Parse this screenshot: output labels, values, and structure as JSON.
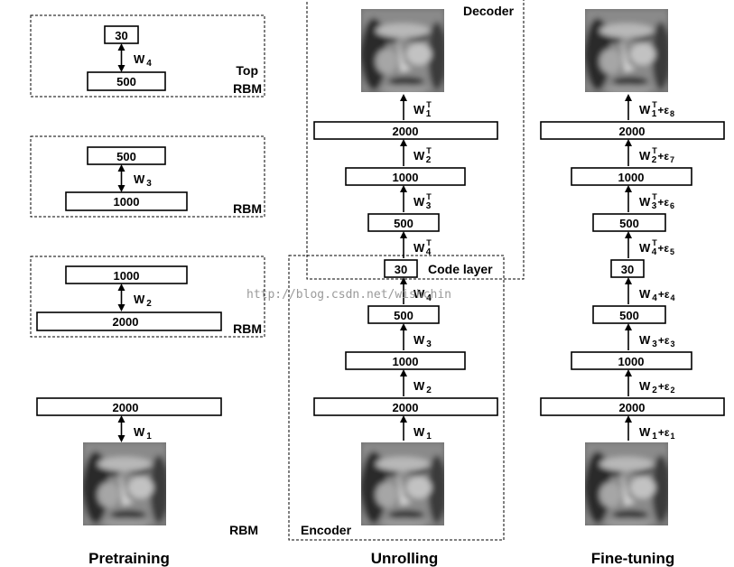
{
  "watermark": "http://blog.csdn.net/wishchin",
  "columns": {
    "pretraining": {
      "title": "Pretraining",
      "rbm_top_label_1": "Top",
      "rbm_top_label_2": "RBM",
      "rbm_label": "RBM",
      "rbm4": {
        "upper": "30",
        "lower": "500",
        "weight": "W",
        "sub": "4"
      },
      "rbm3": {
        "upper": "500",
        "lower": "1000",
        "weight": "W",
        "sub": "3"
      },
      "rbm2": {
        "upper": "1000",
        "lower": "2000",
        "weight": "W",
        "sub": "2"
      },
      "rbm1": {
        "upper": "2000",
        "weight": "W",
        "sub": "1"
      }
    },
    "unrolling": {
      "title": "Unrolling",
      "decoder_label": "Decoder",
      "encoder_label": "Encoder",
      "code_layer_label": "Code layer",
      "layers": [
        "2000",
        "1000",
        "500",
        "30",
        "500",
        "1000",
        "2000"
      ],
      "decoder_weights": [
        {
          "w": "W",
          "sub": "1",
          "sup": "T"
        },
        {
          "w": "W",
          "sub": "2",
          "sup": "T"
        },
        {
          "w": "W",
          "sub": "3",
          "sup": "T"
        },
        {
          "w": "W",
          "sub": "4",
          "sup": "T"
        }
      ],
      "encoder_weights": [
        {
          "w": "W",
          "sub": "4"
        },
        {
          "w": "W",
          "sub": "3"
        },
        {
          "w": "W",
          "sub": "2"
        },
        {
          "w": "W",
          "sub": "1"
        }
      ]
    },
    "finetuning": {
      "title": "Fine-tuning",
      "layers": [
        "2000",
        "1000",
        "500",
        "30",
        "500",
        "1000",
        "2000"
      ],
      "decoder_weights": [
        {
          "w": "W",
          "sub": "1",
          "sup": "T",
          "eps": "+ε",
          "eps_sub": "8"
        },
        {
          "w": "W",
          "sub": "2",
          "sup": "T",
          "eps": "+ε",
          "eps_sub": "7"
        },
        {
          "w": "W",
          "sub": "3",
          "sup": "T",
          "eps": "+ε",
          "eps_sub": "6"
        },
        {
          "w": "W",
          "sub": "4",
          "sup": "T",
          "eps": "+ε",
          "eps_sub": "5"
        }
      ],
      "encoder_weights": [
        {
          "w": "W",
          "sub": "4",
          "eps": "+ε",
          "eps_sub": "4"
        },
        {
          "w": "W",
          "sub": "3",
          "eps": "+ε",
          "eps_sub": "3"
        },
        {
          "w": "W",
          "sub": "2",
          "eps": "+ε",
          "eps_sub": "2"
        },
        {
          "w": "W",
          "sub": "1",
          "eps": "+ε",
          "eps_sub": "1"
        }
      ]
    }
  }
}
